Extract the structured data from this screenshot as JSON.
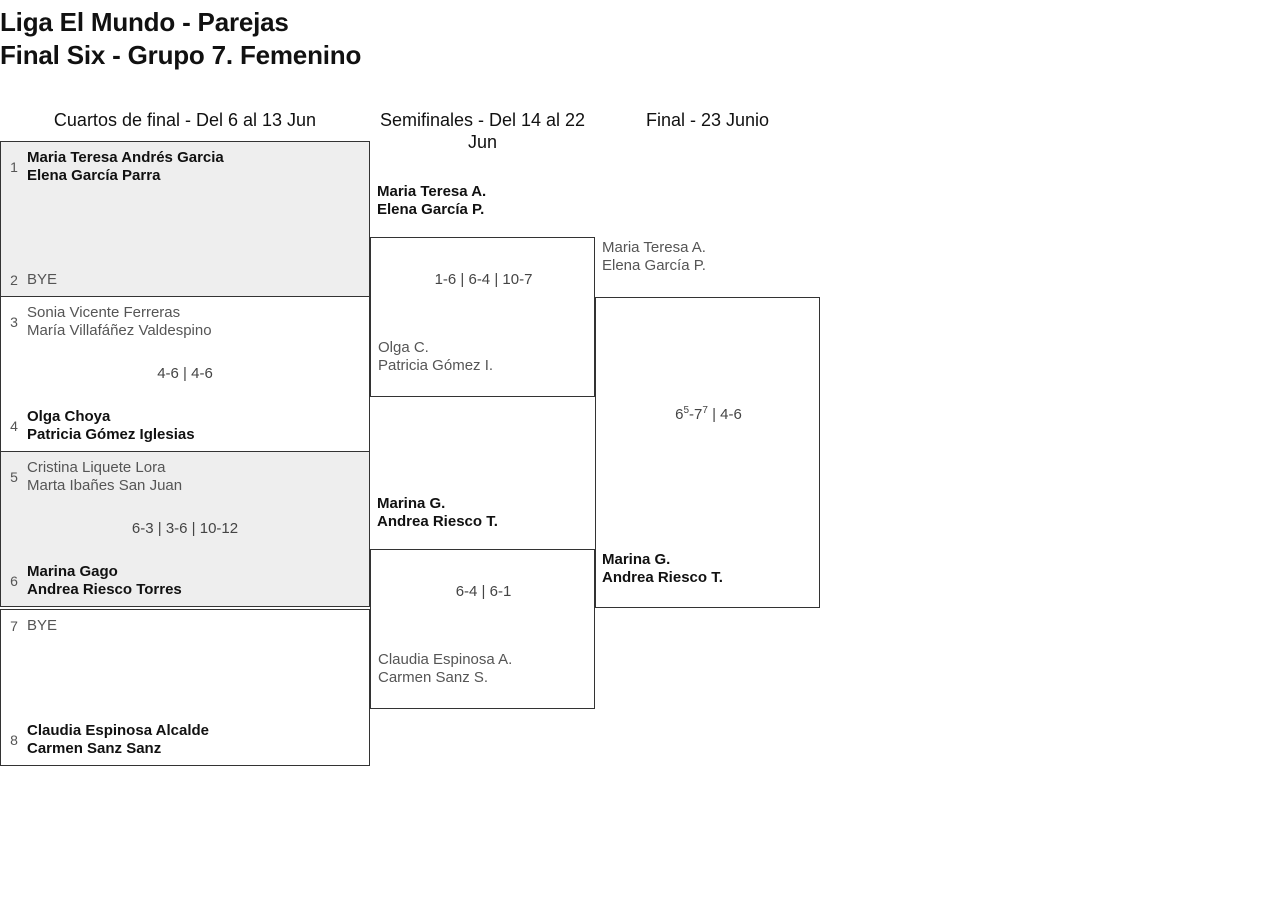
{
  "title": {
    "line1": "Liga El Mundo - Parejas",
    "line2": "Final Six - Grupo 7. Femenino"
  },
  "rounds": [
    {
      "id": "r1",
      "header": "Cuartos de final - Del 6 al 13 Jun"
    },
    {
      "id": "r2",
      "header": "Semifinales - Del 14 al 22 Jun"
    },
    {
      "id": "r3",
      "header": "Final - 23 Junio"
    }
  ],
  "quarterfinals": [
    {
      "seed_top": "1",
      "team_top": "Maria Teresa Andrés Garcia\nElena García Parra",
      "seed_bottom": "2",
      "team_bottom": "BYE",
      "score": "",
      "winner": "top",
      "shaded": true
    },
    {
      "seed_top": "3",
      "team_top": "Sonia Vicente Ferreras\nMaría Villafáñez Valdespino",
      "seed_bottom": "4",
      "team_bottom": "Olga Choya\nPatricia Gómez Iglesias",
      "score": "4-6 | 4-6",
      "winner": "bottom",
      "shaded": false
    },
    {
      "seed_top": "5",
      "team_top": "Cristina Liquete Lora\nMarta Ibañes San Juan",
      "seed_bottom": "6",
      "team_bottom": "Marina Gago\nAndrea Riesco Torres",
      "score": "6-3 | 3-6 | 10-12",
      "winner": "bottom",
      "shaded": true
    },
    {
      "seed_top": "7",
      "team_top": "BYE",
      "seed_bottom": "8",
      "team_bottom": "Claudia Espinosa Alcalde\nCarmen Sanz Sanz",
      "score": "",
      "winner": "bottom",
      "shaded": false
    }
  ],
  "semifinals": [
    {
      "team_top": "Maria Teresa A.\nElena García P.",
      "team_bottom": "Olga C.\nPatricia Gómez I.",
      "score": "1-6 | 6-4 | 10-7",
      "winner": "top"
    },
    {
      "team_top": "Marina G.\nAndrea Riesco T.",
      "team_bottom": "Claudia Espinosa A.\nCarmen Sanz S.",
      "score": "6-4 | 6-1",
      "winner": "top"
    }
  ],
  "final": {
    "team_top": "Maria Teresa A.\nElena García P.",
    "team_bottom": "Marina G.\nAndrea Riesco T.",
    "score_plain": "6",
    "score_sup1": "5",
    "score_mid": "-7",
    "score_sup2": "7",
    "score_tail": " | 4-6",
    "score_full": "6 5 -7 7  | 4-6",
    "winner": "bottom"
  },
  "colors": {
    "shaded_box": "#eeeeee",
    "border": "#333333",
    "winner_text": "#111111",
    "loser_text": "#555555"
  }
}
